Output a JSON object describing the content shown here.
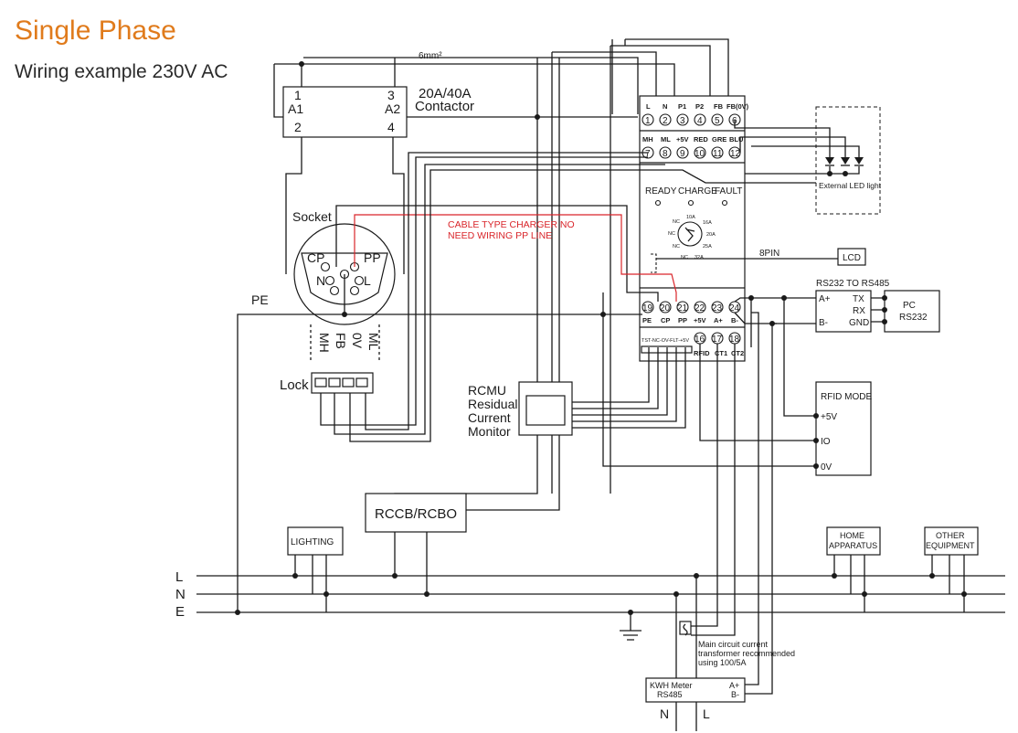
{
  "title": "Single Phase",
  "subtitle": "Wiring example 230V AC",
  "cable_label": "6mm²",
  "contactor": {
    "label1": "20A/40A",
    "label2": "Contactor",
    "pin1": "1",
    "pin2": "2",
    "pin3": "3",
    "pin4": "4",
    "a1": "A1",
    "a2": "A2"
  },
  "charger": {
    "top_terminals": [
      "L",
      "N",
      "P1",
      "P2",
      "FB",
      "FB(0V)"
    ],
    "top_numbers": [
      "1",
      "2",
      "3",
      "4",
      "5",
      "6"
    ],
    "mid_terminals": [
      "MH",
      "ML",
      "+5V",
      "RED",
      "GRE",
      "BLU"
    ],
    "mid_numbers": [
      "7",
      "8",
      "9",
      "10",
      "11",
      "12"
    ],
    "status_ready": "READY",
    "status_charge": "CHARGE",
    "status_fault": "FAULT",
    "dial": {
      "top": "10A",
      "r1": "16A",
      "r2": "20A",
      "r3": "25A",
      "bottom": "32A",
      "nc": "NC"
    },
    "bottom_numbers": [
      "19",
      "20",
      "21",
      "22",
      "23",
      "24"
    ],
    "bottom_terminals": [
      "PE",
      "CP",
      "PP",
      "+5V",
      "A+",
      "B-"
    ],
    "lower_label": "TST-NC-OV-FLT-+5V",
    "lower_numbers": [
      "16",
      "17",
      "18"
    ],
    "lower_terminals": [
      "RFID",
      "CT1",
      "CT2"
    ]
  },
  "led": {
    "label": "External LED light"
  },
  "lcd": {
    "label": "LCD",
    "pin_label": "8PIN"
  },
  "rs232": {
    "title": "RS232 TO RS485",
    "a_plus": "A+",
    "b_minus": "B-",
    "tx": "TX",
    "rx": "RX",
    "gnd": "GND",
    "pc": "PC",
    "pc2": "RS232"
  },
  "socket": {
    "label": "Socket",
    "cp": "CP",
    "pp": "PP",
    "n": "N",
    "l": "L",
    "pe": "PE"
  },
  "red_note": {
    "line1": "CABLE TYPE CHARGER NO",
    "line2": "NEED WIRING PP LINE"
  },
  "lock": {
    "label": "Lock",
    "mh": "MH",
    "fb": "FB",
    "ov": "0V",
    "ml": "ML"
  },
  "rcmu": {
    "line1": "RCMU",
    "line2": "Residual",
    "line3": "Current",
    "line4": "Monitor"
  },
  "rfid": {
    "title": "RFID MODE",
    "p5v": "+5V",
    "io": "IO",
    "ov": "0V"
  },
  "rccb": {
    "label": "RCCB/RCBO"
  },
  "lighting": {
    "label": "LIGHTING"
  },
  "home": {
    "line1": "HOME",
    "line2": "APPARATUS"
  },
  "other": {
    "line1": "OTHER",
    "line2": "EQUIPMENT"
  },
  "bus": {
    "l": "L",
    "n": "N",
    "e": "E"
  },
  "ct_note": {
    "line1": "Main circuit current",
    "line2": "transformer recommended",
    "line3": "using 100/5A"
  },
  "kwh": {
    "line1": "KWH Meter",
    "line2": "RS485",
    "a_plus": "A+",
    "b_minus": "B-",
    "n": "N",
    "l": "L"
  }
}
